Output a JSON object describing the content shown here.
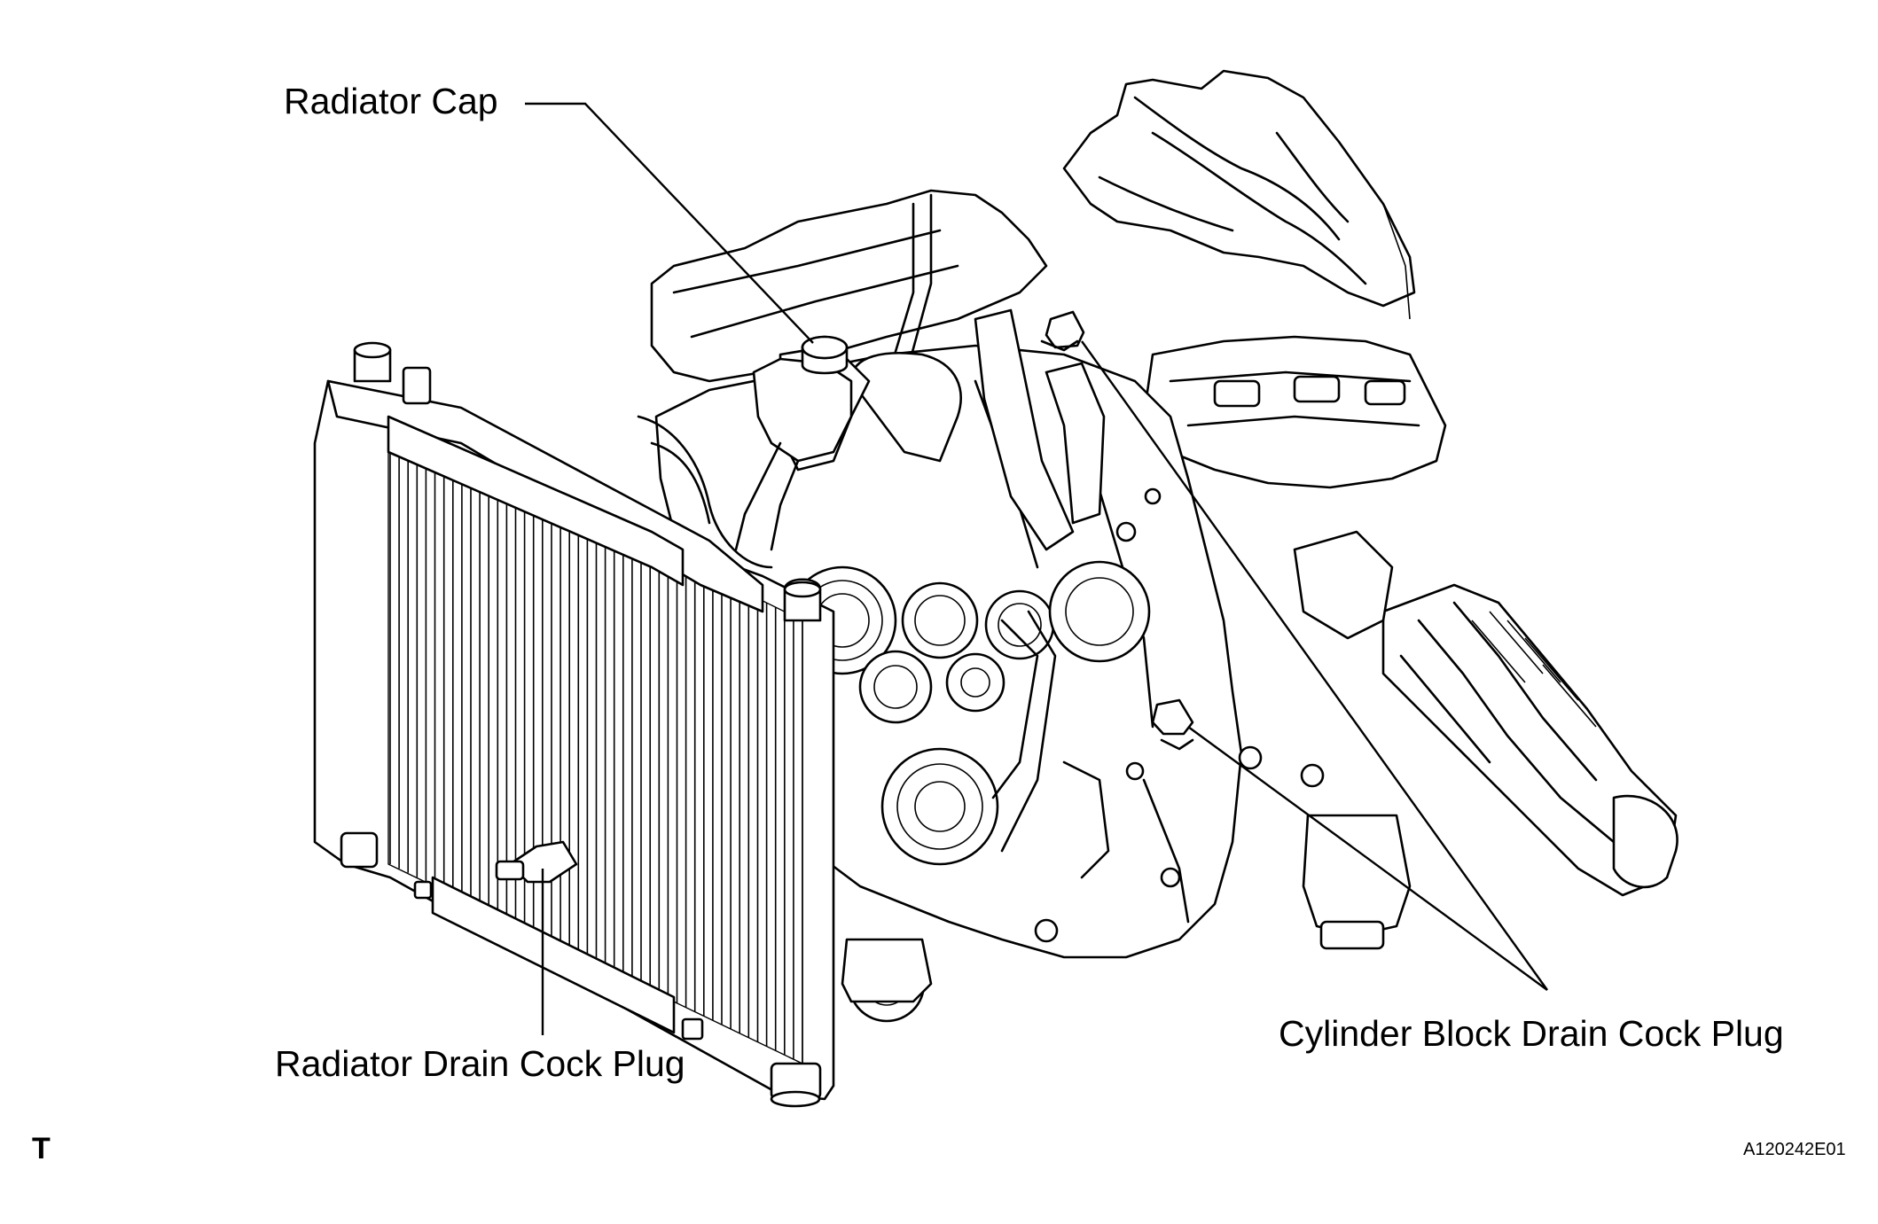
{
  "figure": {
    "labels": {
      "radiator_cap": "Radiator Cap",
      "radiator_drain_cock_plug": "Radiator Drain Cock Plug",
      "cylinder_block_drain_cock_plug": "Cylinder Block Drain Cock Plug"
    },
    "corner_mark": "T",
    "figure_code": "A120242E01"
  }
}
